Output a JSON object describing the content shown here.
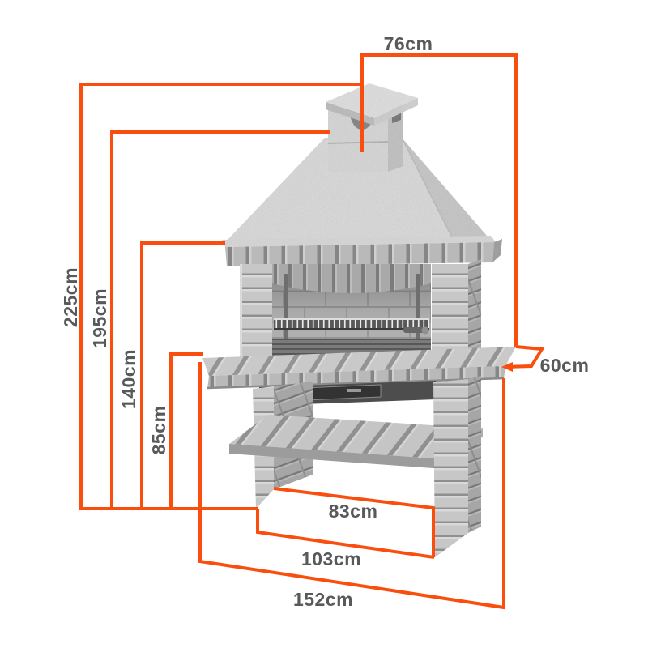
{
  "diagram": {
    "accent_color": "#fa4e0e",
    "label_color": "#58595b",
    "dimensions": {
      "chimney_width": {
        "value": 76,
        "unit": "cm",
        "label": "76cm"
      },
      "total_height": {
        "value": 225,
        "unit": "cm",
        "label": "225cm"
      },
      "hood_top_height": {
        "value": 195,
        "unit": "cm",
        "label": "195cm"
      },
      "mantel_height": {
        "value": 140,
        "unit": "cm",
        "label": "140cm"
      },
      "worktop_height": {
        "value": 85,
        "unit": "cm",
        "label": "85cm"
      },
      "shelf_depth": {
        "value": 60,
        "unit": "cm",
        "label": "60cm"
      },
      "inner_width": {
        "value": 83,
        "unit": "cm",
        "label": "83cm"
      },
      "leg_span_width": {
        "value": 103,
        "unit": "cm",
        "label": "103cm"
      },
      "overall_width": {
        "value": 152,
        "unit": "cm",
        "label": "152cm"
      }
    }
  }
}
